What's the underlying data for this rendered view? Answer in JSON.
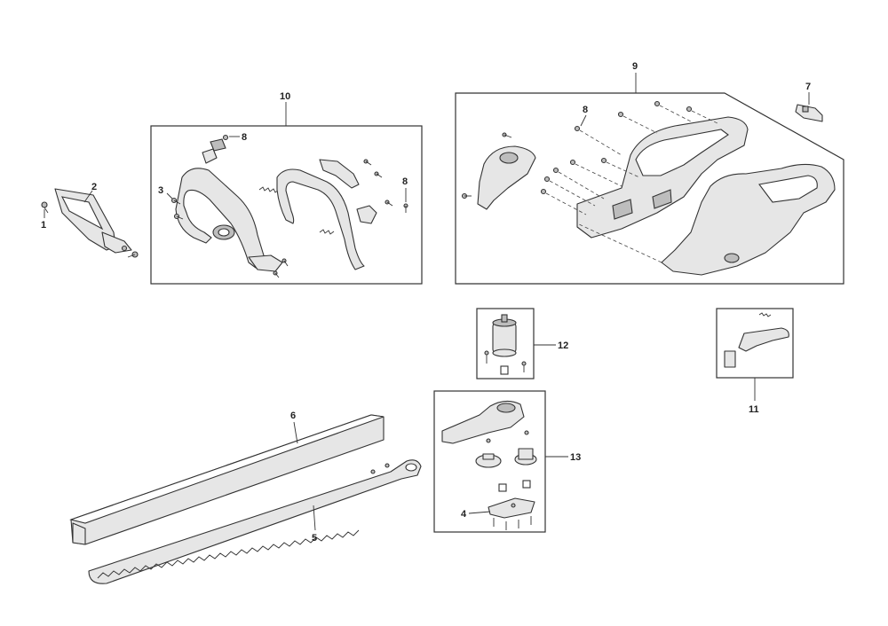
{
  "callouts": {
    "c1": "1",
    "c2": "2",
    "c3": "3",
    "c4": "4",
    "c5": "5",
    "c6": "6",
    "c7": "7",
    "c8a": "8",
    "c8b": "8",
    "c8c": "8",
    "c9": "9",
    "c10": "10",
    "c11": "11",
    "c12": "12",
    "c13": "13"
  },
  "colors": {
    "line": "#333333",
    "part_fill": "#e6e6e6",
    "part_shade": "#bdbdbd",
    "background": "#ffffff"
  }
}
